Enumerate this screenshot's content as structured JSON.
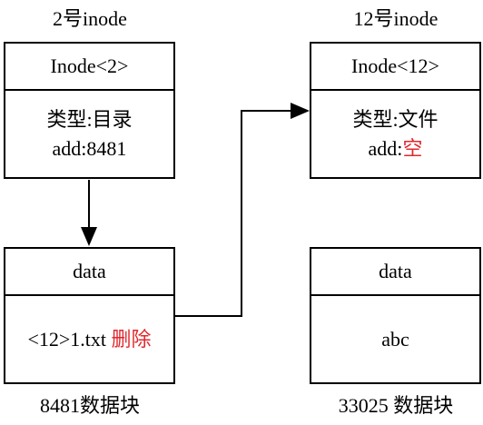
{
  "left_inode": {
    "caption": "2号inode",
    "header": "Inode<2>",
    "type_line": "类型:目录",
    "addr_line": "add:8481"
  },
  "right_inode": {
    "caption": "12号inode",
    "header": "Inode<12>",
    "type_line": "类型:文件",
    "addr_prefix": "add:",
    "addr_value": "空"
  },
  "left_data": {
    "header": "data",
    "entry": "<12>1.txt",
    "entry_status": "删除",
    "caption": "8481数据块"
  },
  "right_data": {
    "header": "data",
    "content": "abc",
    "caption": "33025 数据块"
  },
  "colors": {
    "highlight": "#e0282e",
    "line": "#000000"
  }
}
